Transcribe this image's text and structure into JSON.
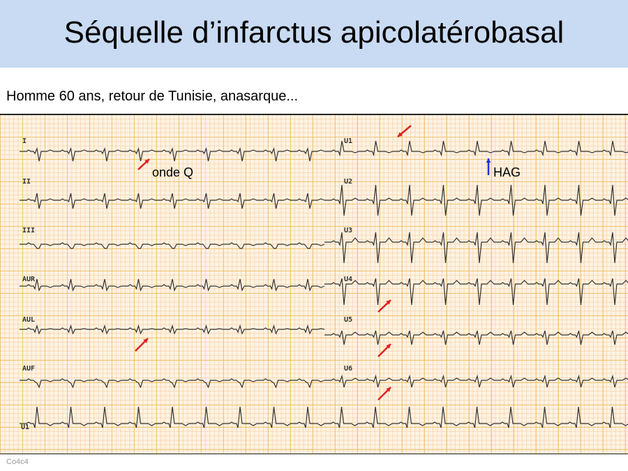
{
  "slide": {
    "title": "Séquelle d’infarctus apicolatérobasal",
    "subtitle": "Homme 60 ans, retour de Tunisie, anasarque...",
    "footer": "Co4c4"
  },
  "ecg": {
    "left_leads": [
      "I",
      "II",
      "III",
      "AUR",
      "AUL",
      "AUF"
    ],
    "right_leads": [
      "U1",
      "U2",
      "U3",
      "U4",
      "U5",
      "U6"
    ],
    "rhythm_lead": "U1",
    "annotations": {
      "q_wave": "onde Q",
      "lafb": "HAG"
    },
    "colors": {
      "arrow_red": "#e02020",
      "arrow_blue": "#2030e0",
      "trace": "#333333"
    }
  }
}
